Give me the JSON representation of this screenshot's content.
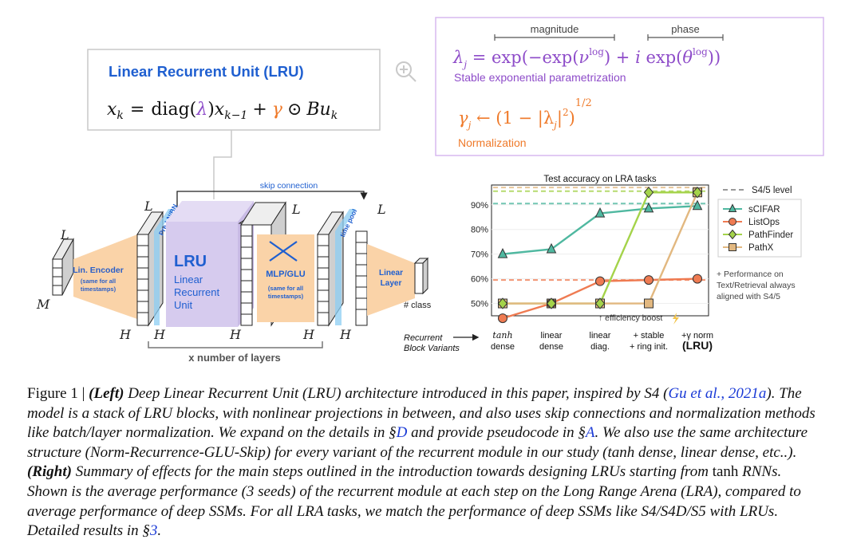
{
  "lru_box": {
    "title": "Linear Recurrent Unit (LRU)",
    "equation": {
      "x_k": "x",
      "k": "k",
      "eq": "=",
      "diag": "diag(",
      "lambda": "λ",
      "close": ")",
      "x_km1": "x",
      "km1": "k−1",
      "plus": "+",
      "gamma": "γ",
      "odot": "⊙",
      "Bu": "Bu",
      "Bu_k": "k"
    }
  },
  "param_box": {
    "magnitude_label": "magnitude",
    "phase_label": "phase",
    "lambda_eq": "λⱼ = exp(−exp(νⱼˡᵒᵍ) + i exp(θⱼˡᵒᵍ))",
    "lambda_eq_parts": {
      "lhs": "λ",
      "j": "j",
      "eq1": " = exp(−exp(",
      "nu": "ν",
      "log1": "log",
      "mid": ") + ",
      "i": "i",
      "exp2": " exp(",
      "theta": "θ",
      "log2": "log",
      "end": "))"
    },
    "stable_label": "Stable exponential parametrization",
    "gamma_eq_parts": {
      "gamma": "γ",
      "j": "j",
      "arrow": " ← ",
      "body": "(1 − |λ",
      "body_j": "j",
      "body_end": "|",
      "sq": "2",
      "close": ")",
      "exp": "1/2"
    },
    "normalization_label": "Normalization"
  },
  "architecture": {
    "skip_connection": "skip connection",
    "L": "L",
    "M": "M",
    "H": "H",
    "lin_encoder": "Lin. Encoder",
    "lin_encoder_sub1": "(same for all",
    "lin_encoder_sub2": "timestamps)",
    "pre_ln": "Pre-LN/BN",
    "lru_big": "LRU",
    "lru_line1": "Linear",
    "lru_line2": "Recurrent",
    "lru_line3": "Unit",
    "mlp": "MLP/GLU",
    "mlp_sub1": "(same for all",
    "mlp_sub2": "timestamps)",
    "time_pool": "time pool",
    "linear_layer1": "Linear",
    "linear_layer2": "Layer",
    "class": "# class",
    "num_layers": "x number of layers"
  },
  "chart_data": {
    "type": "line",
    "title": "Test accuracy on LRA tasks",
    "categories": [
      "tanh dense",
      "linear dense",
      "linear diag.",
      "+ stable + ring init.",
      "+γ norm (LRU)"
    ],
    "category_labels": [
      [
        "tanh",
        "dense"
      ],
      [
        "linear",
        "dense"
      ],
      [
        "linear",
        "diag."
      ],
      [
        "+ stable",
        "+ ring init."
      ],
      [
        "+γ norm",
        "(LRU)"
      ]
    ],
    "x_axis_lead": [
      "Recurrent",
      "Block Variants"
    ],
    "y_ticks": [
      "50%",
      "60%",
      "70%",
      "80%",
      "90%"
    ],
    "ylim": [
      45,
      98
    ],
    "series": [
      {
        "name": "sCIFAR",
        "color": "#4fb8a0",
        "marker": "triangle",
        "values": [
          70,
          72,
          86.5,
          88.5,
          89.5
        ],
        "s4_level": 90.5
      },
      {
        "name": "ListOps",
        "color": "#ef7b52",
        "marker": "circle",
        "values": [
          44,
          50,
          59,
          59.5,
          60
        ],
        "s4_level": 59.5
      },
      {
        "name": "PathFinder",
        "color": "#a4d34a",
        "marker": "diamond",
        "values": [
          50,
          50,
          50,
          95,
          95
        ],
        "s4_level": 95.5
      },
      {
        "name": "PathX",
        "color": "#e2b880",
        "marker": "square",
        "values": [
          50,
          50,
          50,
          50,
          95
        ],
        "s4_level": 97
      }
    ],
    "legend": {
      "s4_level": "S4/5 level",
      "placement": "right"
    },
    "annotation": "↑ efficiency boost",
    "note": [
      "+ Performance on",
      "Text/Retrieval always",
      "aligned with S4/5"
    ]
  },
  "caption": {
    "fig": "Figure 1 | ",
    "left_bold": "(Left)",
    "p1": " Deep Linear Recurrent Unit (LRU) architecture introduced in this paper, inspired by S4 (",
    "cite1": "Gu et al., 2021a",
    "p2": "). The model is a stack of LRU blocks, with nonlinear projections in between, and also uses skip connections and normalization methods like batch/layer normalization. We expand on the details in §",
    "refD": "D",
    "p3": " and provide pseudocode in §",
    "refA": "A",
    "p4": ". We also use the same architecture structure (Norm-Recurrence-GLU-Skip) for every variant of the recurrent module in our study (tanh dense, linear dense, etc..). ",
    "right_bold": "(Right)",
    "p5": " Summary of effects for the main steps outlined in the introduction towards designing LRUs starting from ",
    "tanh": "tanh",
    "p6": " RNNs. Shown is the average performance (3 seeds) of the recurrent module at each step on the Long Range Arena (LRA), compared to average performance of deep SSMs. For all LRA tasks, we match the performance of deep SSMs like S4/S4D/S5 with LRUs. Detailed results in §",
    "ref3": "3",
    "p7": "."
  }
}
